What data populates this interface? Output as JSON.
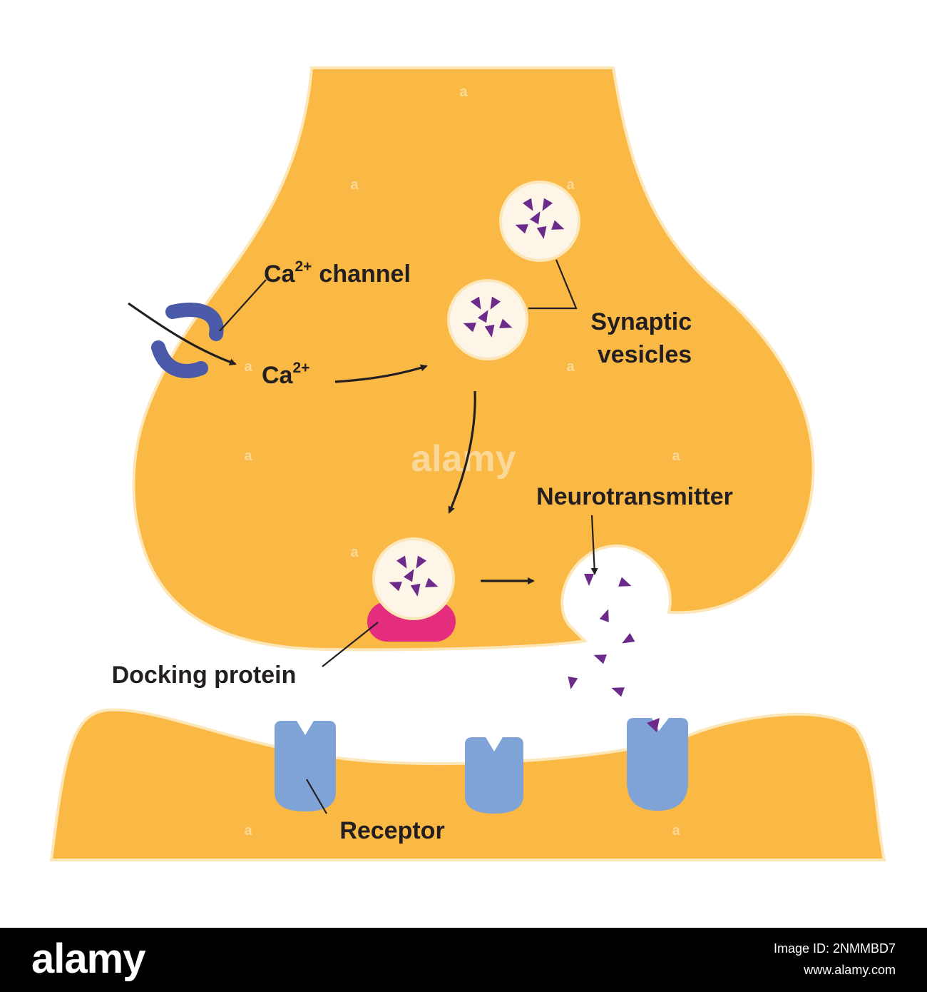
{
  "labels": {
    "ca_channel_main": "Ca",
    "ca_channel_sup": "2+",
    "ca_channel_rest": "channel",
    "ca_ion_main": "Ca",
    "ca_ion_sup": "2+",
    "synaptic_line1": "Synaptic",
    "synaptic_line2": "vesicles",
    "neurotransmitter": "Neurotransmitter",
    "docking_protein": "Docking protein",
    "receptor": "Receptor"
  },
  "watermark": {
    "center": "alamy",
    "tile": "a"
  },
  "footer": {
    "logo": "alamy",
    "image_id_label": "Image ID: 2NMMBD7",
    "site": "www.alamy.com"
  },
  "colors": {
    "neuron": "#f9b944",
    "neuron_outline": "#fde6b8",
    "vesicle_fill": "#fdf6e8",
    "neurotransmitter": "#6c2a8a",
    "ca_channel": "#4a5aa8",
    "docking_protein": "#e52d7e",
    "receptor": "#7fa3d6",
    "text": "#231f20"
  }
}
